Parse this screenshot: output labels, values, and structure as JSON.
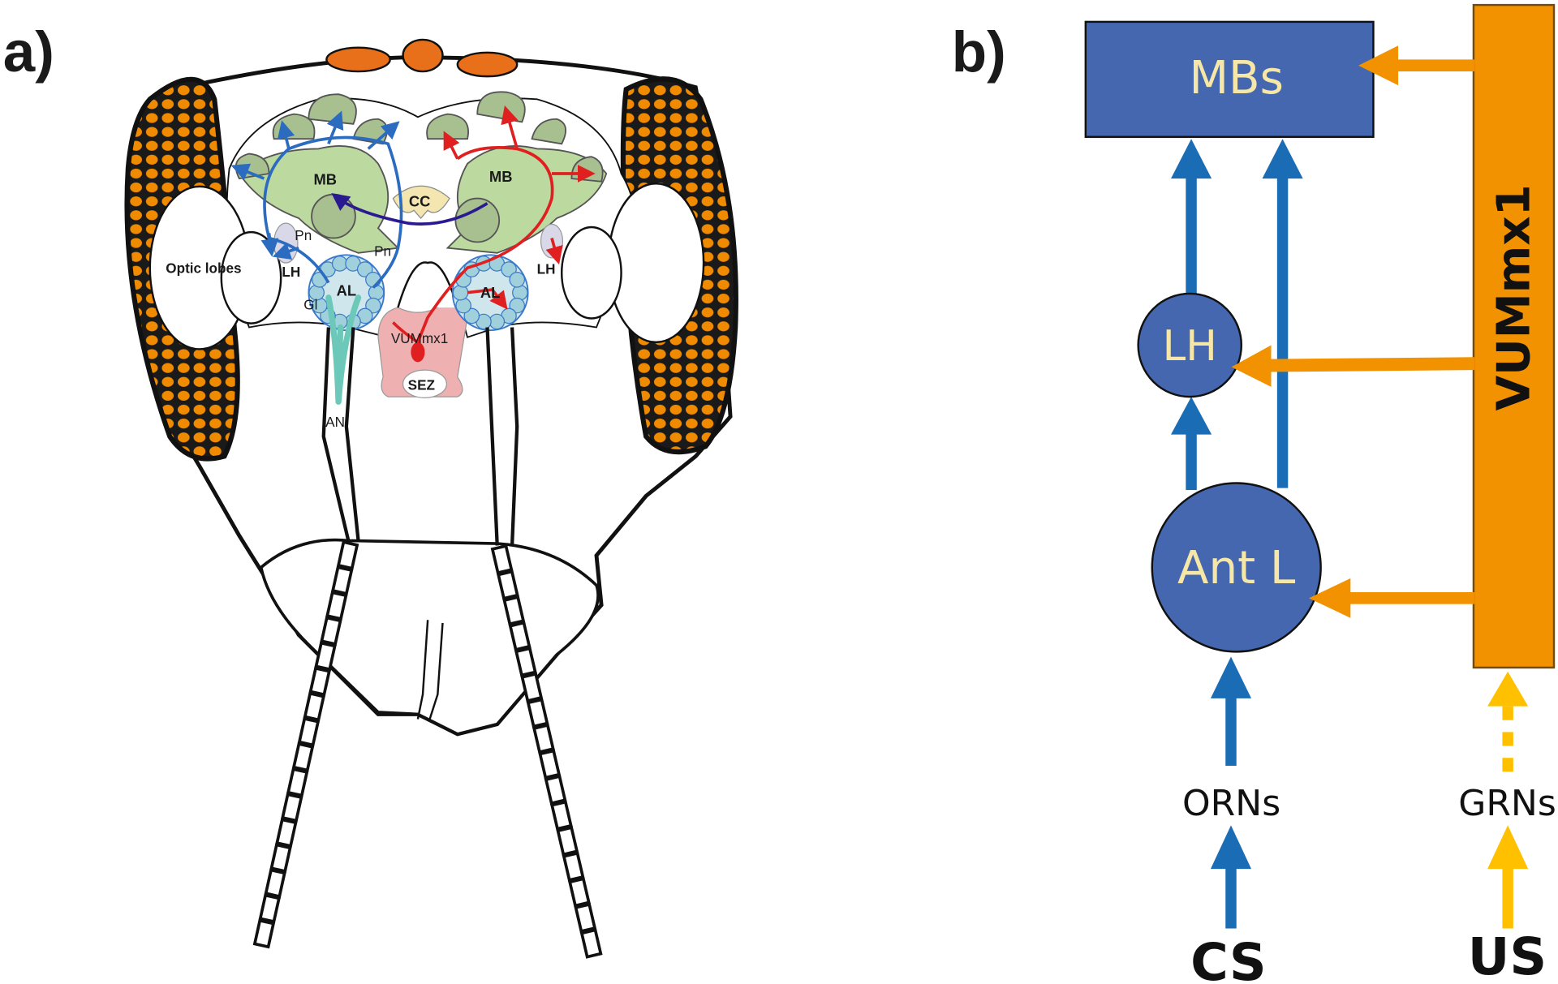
{
  "panel_a": {
    "label": "a)",
    "labels": {
      "mb_left": "MB",
      "mb_right": "MB",
      "cc": "CC",
      "pn_left": "Pn",
      "pn_right": "Pn",
      "lh_left": "LH",
      "lh_right": "LH",
      "optic_lobes": "Optic lobes",
      "al_left": "AL",
      "al_right": "AL",
      "gl": "Gl",
      "vummx1": "VUMmx1",
      "sez": "SEZ",
      "an": "AN"
    },
    "colors": {
      "eye": "#f08a00",
      "mushroom_body": "#bcd9a0",
      "calyx": "#a8c090",
      "central_complex": "#f3e6b0",
      "antennal_lobe": "#cfe6ec",
      "glomeruli": "#9fd0dc",
      "sez": "#eeb0b0",
      "blue_pathway": "#2b6cc0",
      "red_pathway": "#e02020",
      "antennal_nerve": "#6cc8b8",
      "purple_pathway": "#2a1a90"
    }
  },
  "panel_b": {
    "label": "b)",
    "nodes": {
      "mbs": "MBs",
      "lh": "LH",
      "ant_l": "Ant L",
      "vummx1": "VUMmx1"
    },
    "inputs": {
      "orns": "ORNs",
      "grns": "GRNs",
      "cs": "CS",
      "us": "US"
    },
    "colors": {
      "node_fill": "#4467b0",
      "node_text": "#f6e7a6",
      "blue_arrow": "#1a6db5",
      "orange": "#f39200",
      "yellow_arrow": "#ffc000"
    }
  }
}
